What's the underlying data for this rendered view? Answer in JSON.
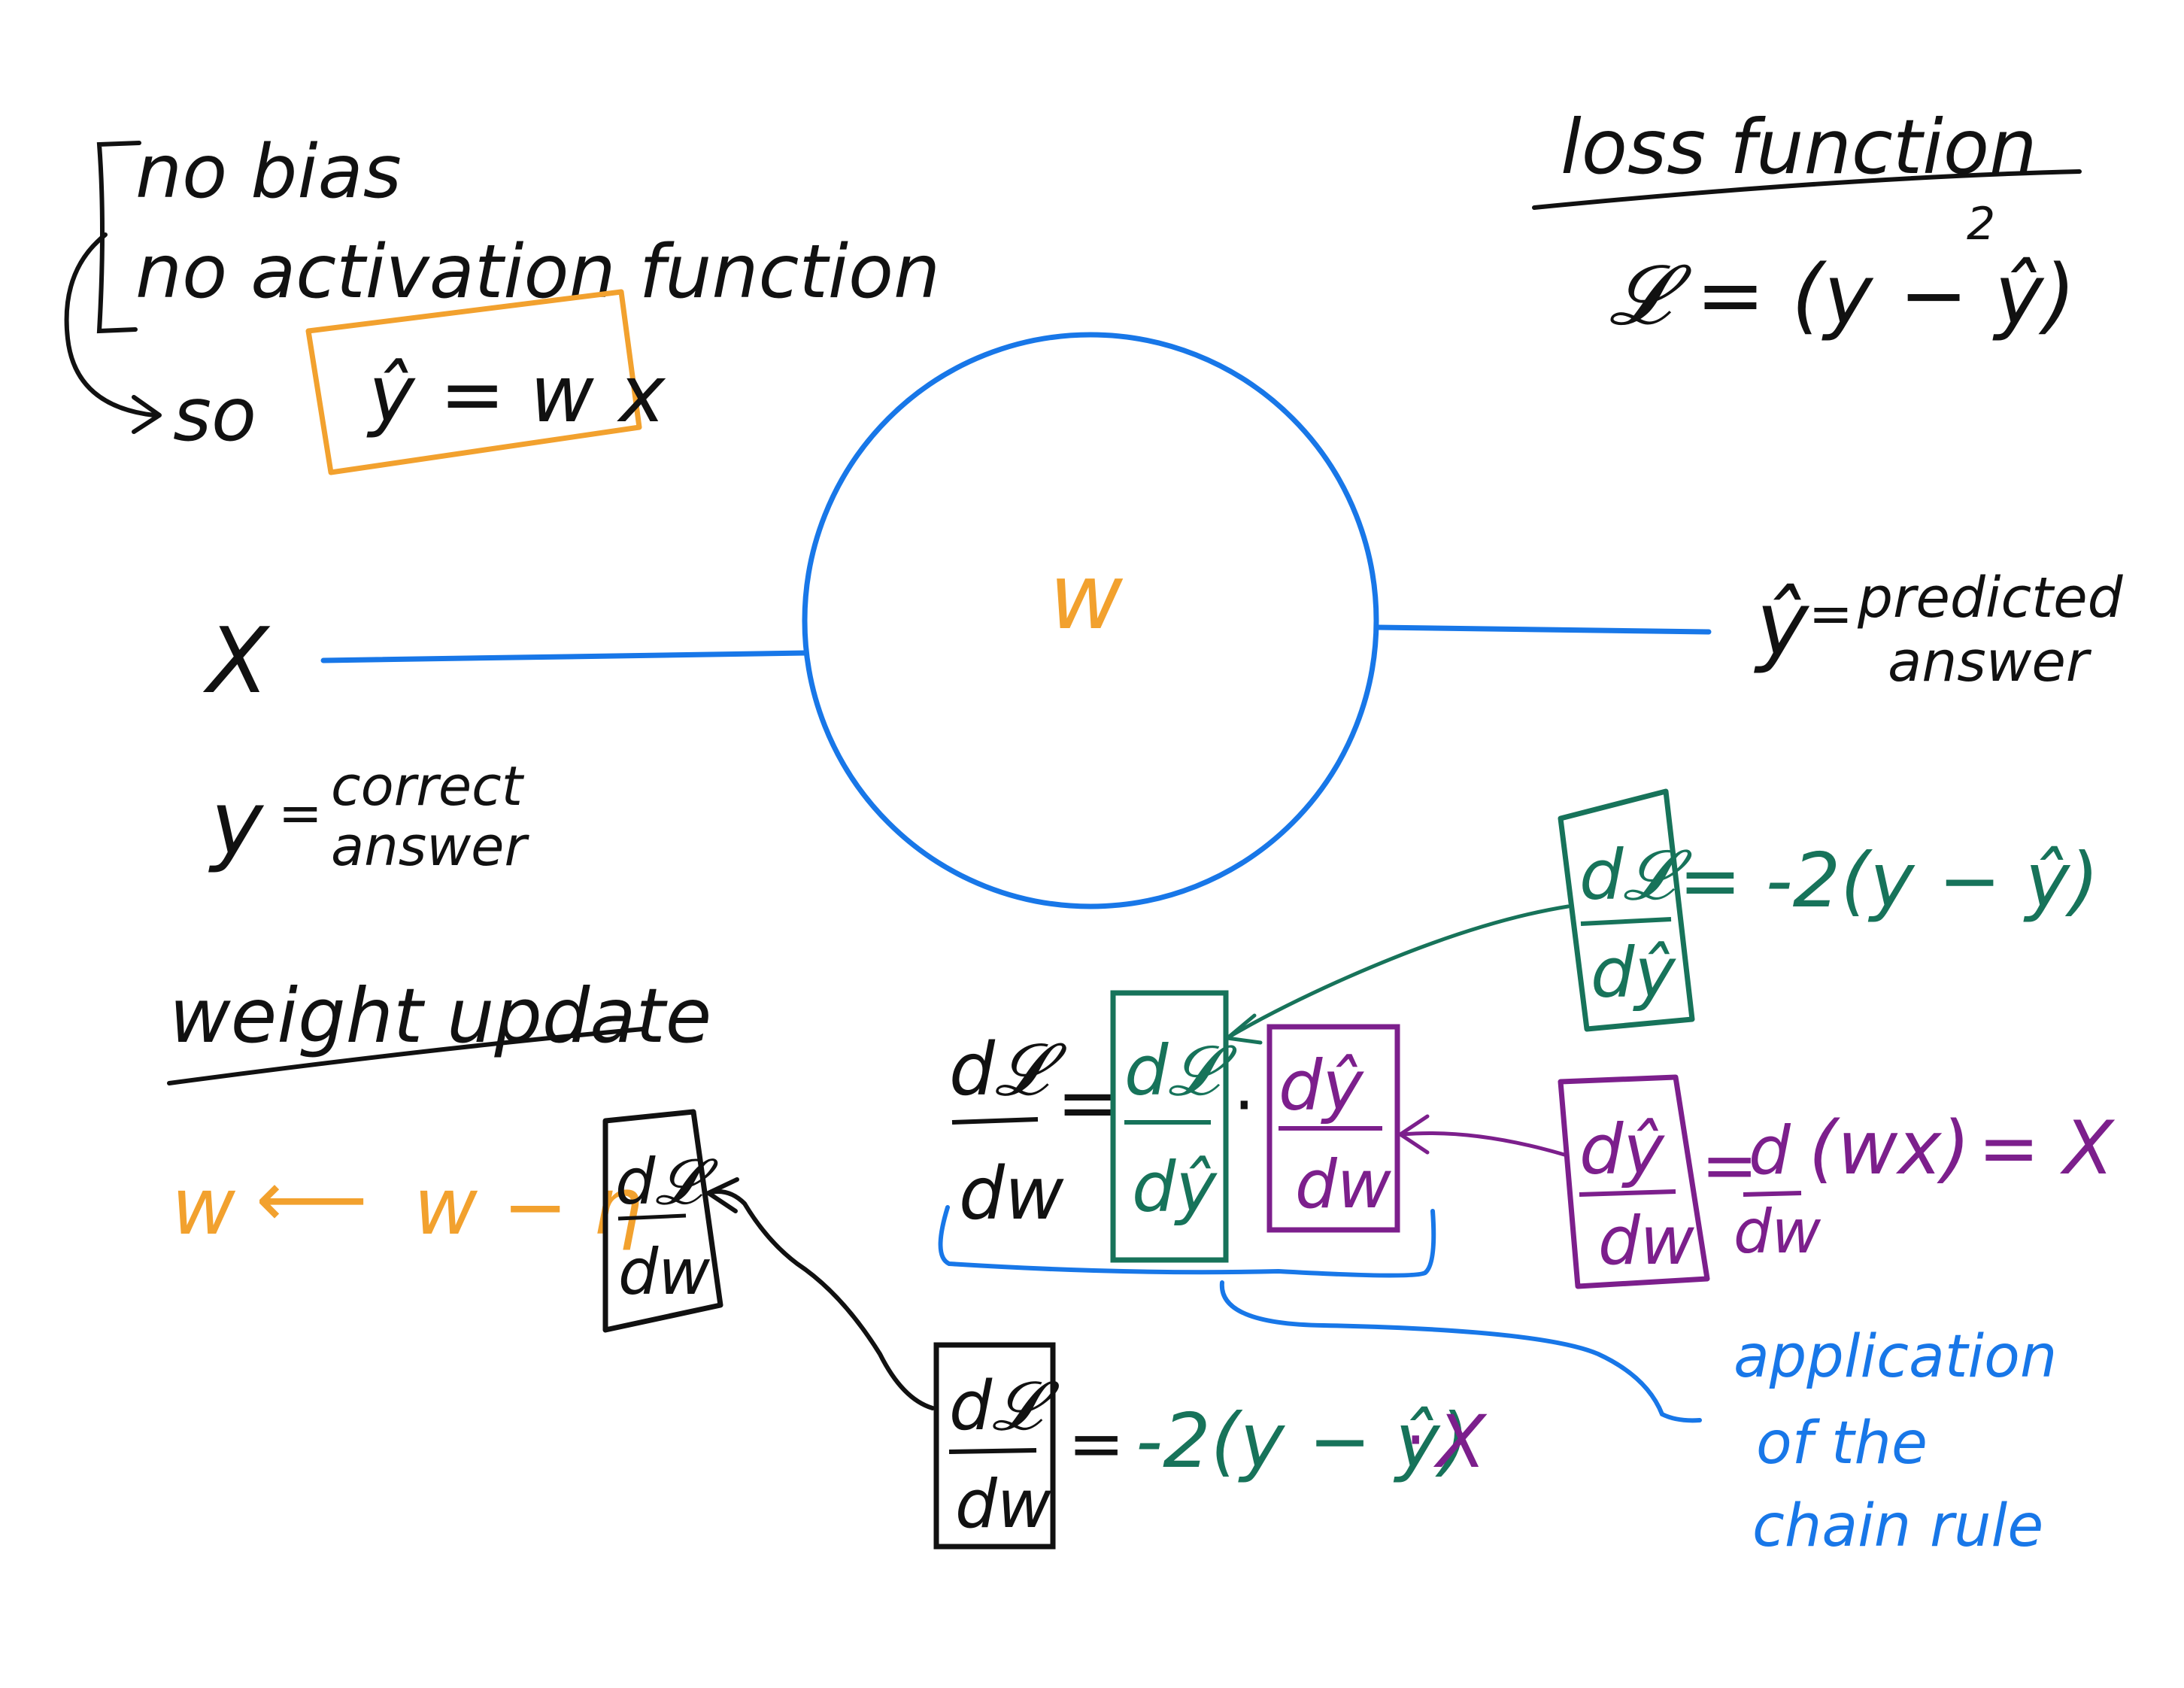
{
  "colors": {
    "ink": "#111111",
    "blue": "#1877e8",
    "orange": "#f2a12e",
    "green": "#17735a",
    "purple": "#7c1f8c"
  },
  "notes": {
    "line1": "no bias",
    "line2": "no activation function",
    "so": "so",
    "prediction_formula": "ŷ = w x"
  },
  "loss": {
    "title": "loss function",
    "formula_lhs": "𝓛 = (y − ŷ)",
    "formula_exp": "2"
  },
  "neuron": {
    "weight": "w",
    "input": "X",
    "output_symbol": "ŷ",
    "output_eq": "=",
    "output_desc_line1": "predicted",
    "output_desc_line2": "answer",
    "correct_symbol": "y",
    "correct_eq": "=",
    "correct_desc_line1": "correct",
    "correct_desc_line2": "answer"
  },
  "weight_update": {
    "title": "weight update",
    "lhs": "w",
    "arrow": "⟵",
    "rhs": "w − η",
    "frac_num": "d𝓛",
    "frac_den": "dw"
  },
  "chain_rule": {
    "lhs_num": "d𝓛",
    "lhs_den": "dw",
    "eq": "=",
    "f1_num": "d𝓛",
    "f1_den": "dŷ",
    "dot": "·",
    "f2_num": "dŷ",
    "f2_den": "dw",
    "label_line1": "application",
    "label_line2": "of the",
    "label_line3": "chain rule"
  },
  "derivative_loss": {
    "num": "d𝓛",
    "den": "dŷ",
    "rhs": "= -2(y − ŷ)"
  },
  "derivative_pred": {
    "num": "dŷ",
    "den": "dw",
    "eq1": "=",
    "op_num": "d",
    "op_den": "dw",
    "op_arg": "(wx)",
    "rhs": "= X"
  },
  "gradient_result": {
    "num": "d𝓛",
    "den": "dw",
    "eq": "=",
    "rhs_green": "-2(y − ŷ)",
    "dot": "·",
    "rhs_purple": "X"
  }
}
